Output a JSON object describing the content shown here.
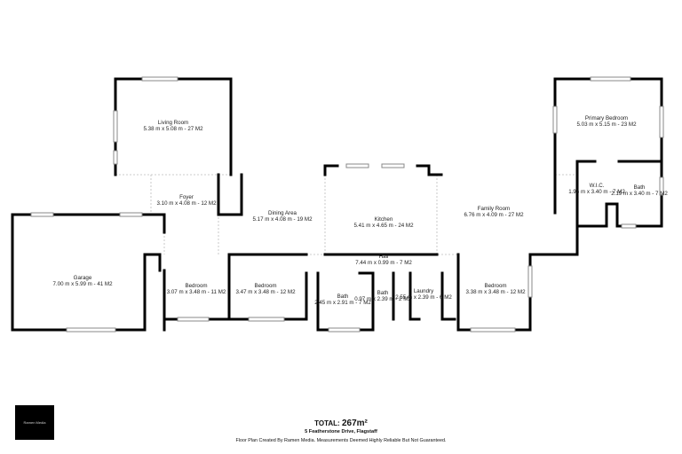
{
  "rooms": {
    "living": {
      "name": "Living Room",
      "dims": "5.38 m x 5.08 m - 27 M2"
    },
    "primary": {
      "name": "Primary Bedroom",
      "dims": "5.03 m x 5.15 m - 23 M2"
    },
    "foyer": {
      "name": "Foyer",
      "dims": "3.10 m x 4.08 m - 12 M2"
    },
    "dining": {
      "name": "Dining Area",
      "dims": "5.17 m x 4.08 m - 19 M2"
    },
    "kitchen": {
      "name": "Kitchen",
      "dims": "5.41 m x 4.65 m - 24 M2"
    },
    "family": {
      "name": "Family Room",
      "dims": "6.76 m x 4.09 m - 27 M2"
    },
    "wic": {
      "name": "W.I.C.",
      "dims": "1.96 m x 3.40 m - 7 M2"
    },
    "bath_primary": {
      "name": "Bath",
      "dims": "2.19 m x 3.40 m - 7 M2"
    },
    "garage": {
      "name": "Garage",
      "dims": "7.00 m x 5.99 m - 41 M2"
    },
    "hall": {
      "name": "Hall",
      "dims": "7.44 m x 0.99 m - 7 M2"
    },
    "bedroom1": {
      "name": "Bedroom",
      "dims": "3.07 m x 3.48 m - 11 M2"
    },
    "bedroom2": {
      "name": "Bedroom",
      "dims": "3.47 m x 3.48 m - 12 M2"
    },
    "bath2": {
      "name": "Bath",
      "dims": "2.45 m x 2.91 m - 7 M2"
    },
    "bath3": {
      "name": "Bath",
      "dims": "0.97 m x 2.39 m - 2 M2"
    },
    "laundry": {
      "name": "Laundry",
      "dims": "2.55 m x 2.39 m - 6 M2"
    },
    "bedroom3": {
      "name": "Bedroom",
      "dims": "3.38 m x 3.48 m - 12 M2"
    }
  },
  "footer": {
    "logo_text": "Ramen Media",
    "total_label": "TOTAL:",
    "total_value": "267m²",
    "address": "5 Featherstone Drive, Flagstaff",
    "disclaimer": "Floor Plan Created By Ramen Media. Measurements Deemed Highly Reliable But Not Guaranteed."
  }
}
